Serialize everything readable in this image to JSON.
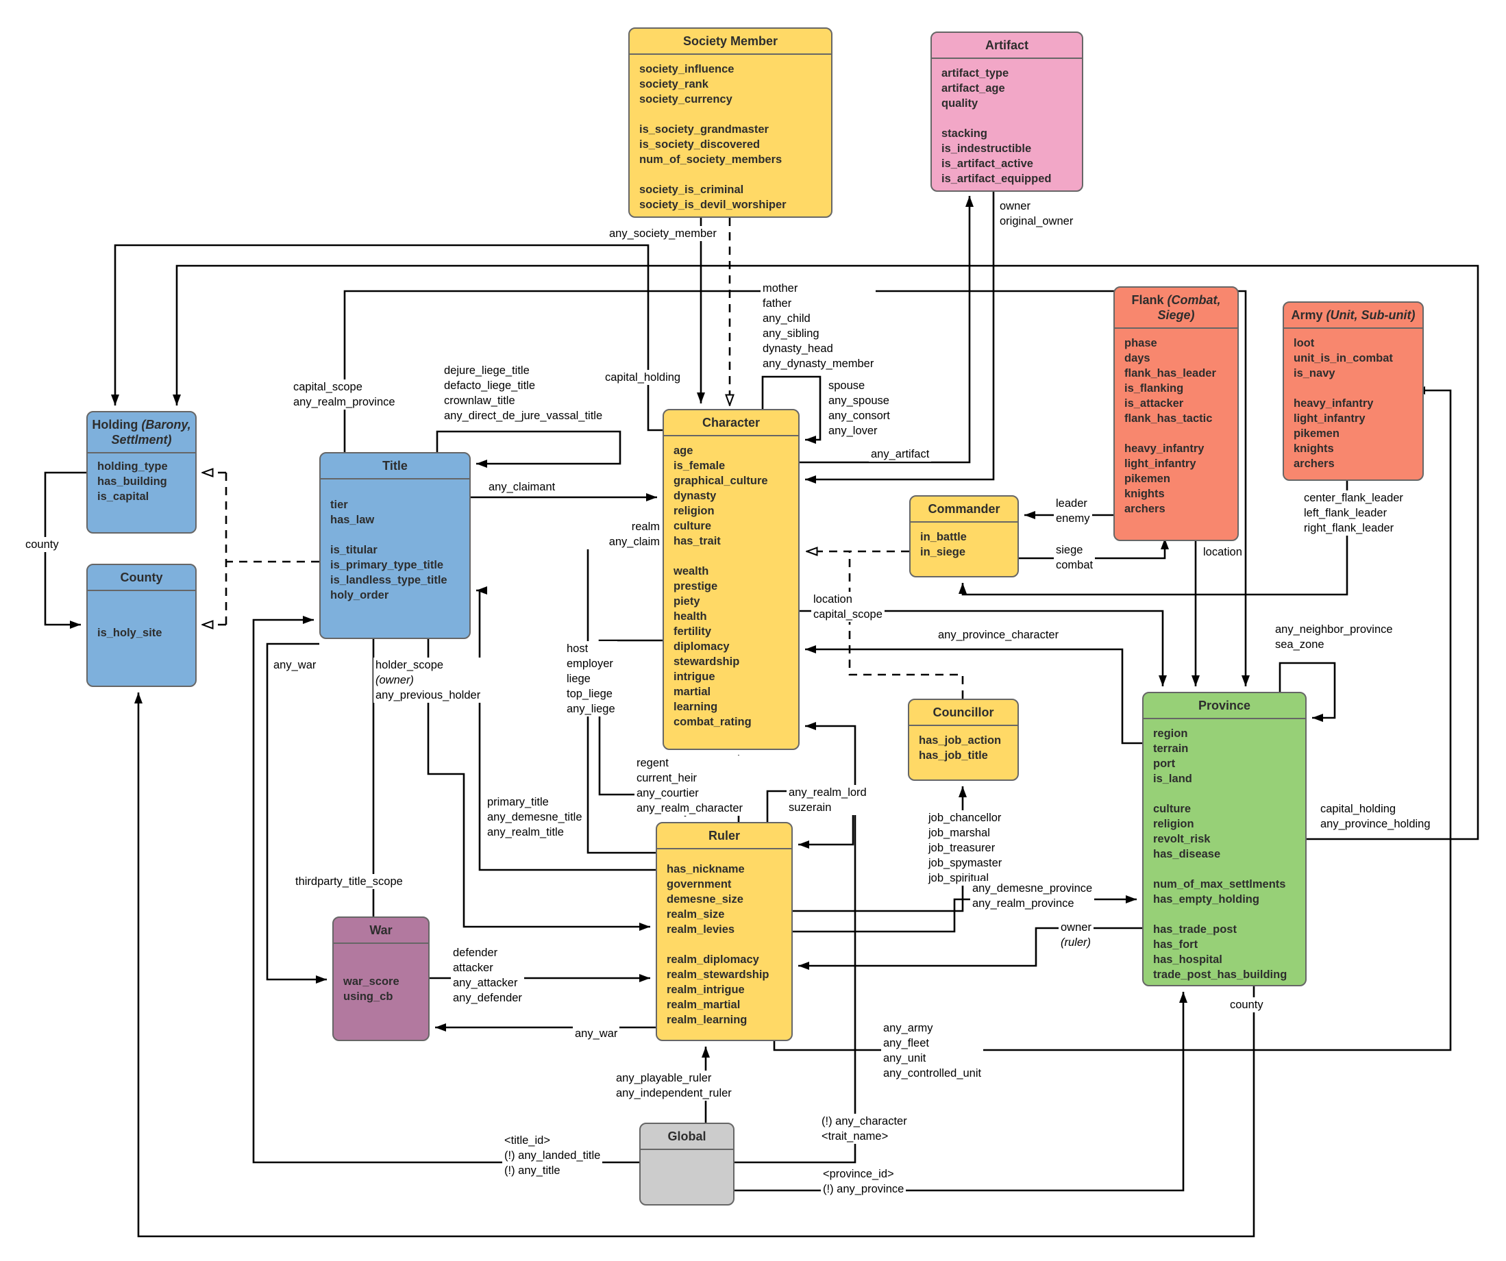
{
  "diagram": {
    "palette": {
      "yellow": "#FFD966",
      "pink": "#F2A7C7",
      "salmon": "#F8876E",
      "blue": "#7EB0DC",
      "green": "#97D077",
      "purple": "#B2799F",
      "gray": "#CCCCCC",
      "border": "#666666",
      "line": "#000000"
    },
    "entities": {
      "society_member": {
        "title": "Society Member",
        "note": "",
        "fields": [
          "society_influence",
          "society_rank",
          "society_currency",
          "",
          "is_society_grandmaster",
          "is_society_discovered",
          "num_of_society_members",
          "",
          "society_is_criminal",
          "society_is_devil_worshiper"
        ]
      },
      "artifact": {
        "title": "Artifact",
        "note": "",
        "fields": [
          "artifact_type",
          "artifact_age",
          "quality",
          "",
          "stacking",
          "is_indestructible",
          "is_artifact_active",
          "is_artifact_equipped"
        ]
      },
      "flank": {
        "title": "Flank",
        "note": "(Combat, Siege)",
        "fields": [
          "phase",
          "days",
          "flank_has_leader",
          "is_flanking",
          "is_attacker",
          "flank_has_tactic",
          "",
          "heavy_infantry",
          "light_infantry",
          "pikemen",
          "knights",
          "archers"
        ]
      },
      "army": {
        "title": "Army",
        "note": "(Unit, Sub-unit)",
        "fields": [
          "loot",
          "unit_is_in_combat",
          "is_navy",
          "",
          "heavy_infantry",
          "light_infantry",
          "pikemen",
          "knights",
          "archers"
        ]
      },
      "holding": {
        "title": "Holding",
        "note": "(Barony, Settlment)",
        "fields": [
          "holding_type",
          "has_building",
          "is_capital"
        ]
      },
      "county": {
        "title": "County",
        "note": "",
        "fields": [
          "is_holy_site"
        ]
      },
      "title_entity": {
        "title": "Title",
        "note": "",
        "fields": [
          "tier",
          "has_law",
          "",
          "is_titular",
          "is_primary_type_title",
          "is_landless_type_title",
          "holy_order"
        ]
      },
      "character": {
        "title": "Character",
        "note": "",
        "fields": [
          "age",
          "is_female",
          "graphical_culture",
          "dynasty",
          "religion",
          "culture",
          "has_trait",
          "",
          "wealth",
          "prestige",
          "piety",
          "health",
          "fertility",
          "diplomacy",
          "stewardship",
          "intrigue",
          "martial",
          "learning",
          "combat_rating"
        ]
      },
      "commander": {
        "title": "Commander",
        "note": "",
        "fields": [
          "in_battle",
          "in_siege"
        ]
      },
      "councillor": {
        "title": "Councillor",
        "note": "",
        "fields": [
          "has_job_action",
          "has_job_title"
        ]
      },
      "province": {
        "title": "Province",
        "note": "",
        "fields": [
          "region",
          "terrain",
          "port",
          "is_land",
          "",
          "culture",
          "religion",
          "revolt_risk",
          "has_disease",
          "",
          "num_of_max_settlments",
          "has_empty_holding",
          "",
          "has_trade_post",
          "has_fort",
          "has_hospital",
          "trade_post_has_building"
        ]
      },
      "ruler": {
        "title": "Ruler",
        "note": "",
        "fields": [
          "has_nickname",
          "government",
          "demesne_size",
          "realm_size",
          "realm_levies",
          "",
          "realm_diplomacy",
          "realm_stewardship",
          "realm_intrigue",
          "realm_martial",
          "realm_learning"
        ]
      },
      "war": {
        "title": "War",
        "note": "",
        "fields": [
          "war_score",
          "using_cb"
        ]
      },
      "global": {
        "title": "Global",
        "note": "",
        "fields": []
      }
    },
    "edge_labels": {
      "any_society_member": {
        "lines": [
          "any_society_member"
        ]
      },
      "owner_original": {
        "lines": [
          "owner",
          "original_owner"
        ]
      },
      "mother_block": {
        "lines": [
          "mother",
          "father",
          "any_child",
          "any_sibling",
          "dynasty_head",
          "any_dynasty_member"
        ]
      },
      "spouse_block": {
        "lines": [
          "spouse",
          "any_spouse",
          "any_consort",
          "any_lover"
        ]
      },
      "capital_holding_char": {
        "lines": [
          "capital_holding"
        ]
      },
      "dejure_block": {
        "lines": [
          "dejure_liege_title",
          "defacto_liege_title",
          "crownlaw_title",
          "any_direct_de_jure_vassal_title"
        ]
      },
      "capital_scope_title": {
        "lines": [
          "capital_scope",
          "any_realm_province"
        ]
      },
      "any_claimant": {
        "lines": [
          "any_claimant"
        ]
      },
      "realm_any_claim": {
        "lines": [
          "realm",
          "any_claim"
        ]
      },
      "any_artifact": {
        "lines": [
          "any_artifact"
        ]
      },
      "leader_enemy": {
        "lines": [
          "leader",
          "enemy"
        ]
      },
      "siege_combat": {
        "lines": [
          "siege",
          "combat"
        ]
      },
      "location_flank": {
        "lines": [
          "location"
        ]
      },
      "center_flank_block": {
        "lines": [
          "center_flank_leader",
          "left_flank_leader",
          "right_flank_leader"
        ]
      },
      "any_neighbor_block": {
        "lines": [
          "any_neighbor_province",
          "sea_zone"
        ]
      },
      "location_capital_scope": {
        "lines": [
          "location",
          "capital_scope"
        ]
      },
      "any_province_character": {
        "lines": [
          "any_province_character"
        ]
      },
      "host_block": {
        "lines": [
          "host",
          "employer",
          "liege",
          "top_liege",
          "any_liege"
        ]
      },
      "holder_scope_block": {
        "lines": [
          "holder_scope",
          {
            "text": "(owner)",
            "italic": true
          },
          "any_previous_holder"
        ]
      },
      "regent_block": {
        "lines": [
          "regent",
          "current_heir",
          "any_courtier",
          "any_realm_character"
        ]
      },
      "any_realm_lord_block": {
        "lines": [
          "any_realm_lord",
          "suzerain"
        ]
      },
      "primary_title_block": {
        "lines": [
          "primary_title",
          "any_demesne_title",
          "any_realm_title"
        ]
      },
      "any_war_title": {
        "lines": [
          "any_war"
        ]
      },
      "thirdparty_title_scope": {
        "lines": [
          "thirdparty_title_scope"
        ]
      },
      "job_block": {
        "lines": [
          "job_chancellor",
          "job_marshal",
          "job_treasurer",
          "job_spymaster",
          "job_spiritual"
        ]
      },
      "any_demesne_block": {
        "lines": [
          "any_demesne_province",
          "any_realm_province"
        ]
      },
      "owner_ruler_block": {
        "lines": [
          "owner",
          {
            "text": "(ruler)",
            "italic": true
          }
        ]
      },
      "defender_block": {
        "lines": [
          "defender",
          "attacker",
          "any_attacker",
          "any_defender"
        ]
      },
      "any_war_ruler": {
        "lines": [
          "any_war"
        ]
      },
      "any_army_block": {
        "lines": [
          "any_army",
          "any_fleet",
          "any_unit",
          "any_controlled_unit"
        ]
      },
      "county_holding": {
        "lines": [
          "county"
        ]
      },
      "county_province": {
        "lines": [
          "county"
        ]
      },
      "capital_holding_prov_block": {
        "lines": [
          "capital_holding",
          "any_province_holding"
        ]
      },
      "playable_block": {
        "lines": [
          "any_playable_ruler",
          "any_independent_ruler"
        ]
      },
      "title_id_block": {
        "lines": [
          "<title_id>",
          "(!) any_landed_title",
          "(!) any_title"
        ]
      },
      "any_character_block": {
        "lines": [
          "(!) any_character",
          "<trait_name>"
        ]
      },
      "province_id_block": {
        "lines": [
          "<province_id>",
          "(!) any_province"
        ]
      }
    }
  }
}
